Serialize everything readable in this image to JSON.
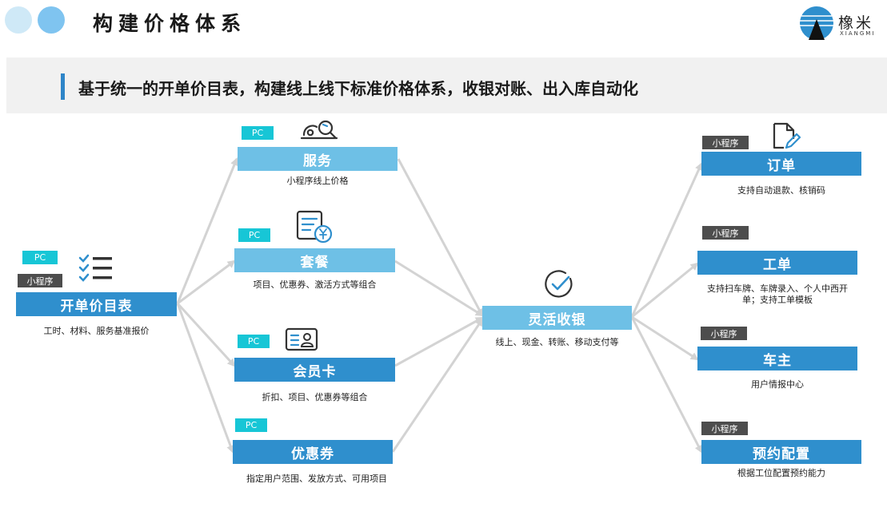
{
  "header": {
    "title": "构建价格体系",
    "logo_text": "橡米",
    "logo_sub": "XIANGMI"
  },
  "banner": {
    "text": "基于统一的开单价目表，构建线上线下标准价格体系，收银对账、出入库自动化"
  },
  "tags": {
    "pc": "PC",
    "mini": "小程序"
  },
  "nodes": {
    "price_list": {
      "label": "开单价目表",
      "desc": "工时、材料、服务基准报价"
    },
    "service": {
      "label": "服务",
      "desc": "小程序线上价格"
    },
    "package": {
      "label": "套餐",
      "desc": "项目、优惠券、激活方式等组合"
    },
    "member_card": {
      "label": "会员卡",
      "desc": "折扣、项目、优惠券等组合"
    },
    "coupon": {
      "label": "优惠券",
      "desc": "指定用户范围、发放方式、可用项目"
    },
    "cashier": {
      "label": "灵活收银",
      "desc": "线上、现金、转账、移动支付等"
    },
    "order": {
      "label": "订单",
      "desc": "支持自动退款、核销码"
    },
    "work_order": {
      "label": "工单",
      "desc_line1": "支持扫车牌、车牌录入、个人中西开",
      "desc_line2": "单；支持工单模板"
    },
    "owner": {
      "label": "车主",
      "desc": "用户情报中心"
    },
    "booking": {
      "label": "预约配置",
      "desc": "根据工位配置预约能力"
    }
  },
  "colors": {
    "node_light": "#6ec0e6",
    "node_dark": "#2f8fcd",
    "tag_pc": "#17c6d6",
    "tag_mini": "#4d4d4d",
    "banner_bar": "#2e85c8",
    "connector": "#d3d3d3"
  },
  "icons": [
    "checklist-icon",
    "service-search-icon",
    "invoice-yen-icon",
    "member-card-icon",
    "check-circle-icon",
    "edit-document-icon"
  ]
}
